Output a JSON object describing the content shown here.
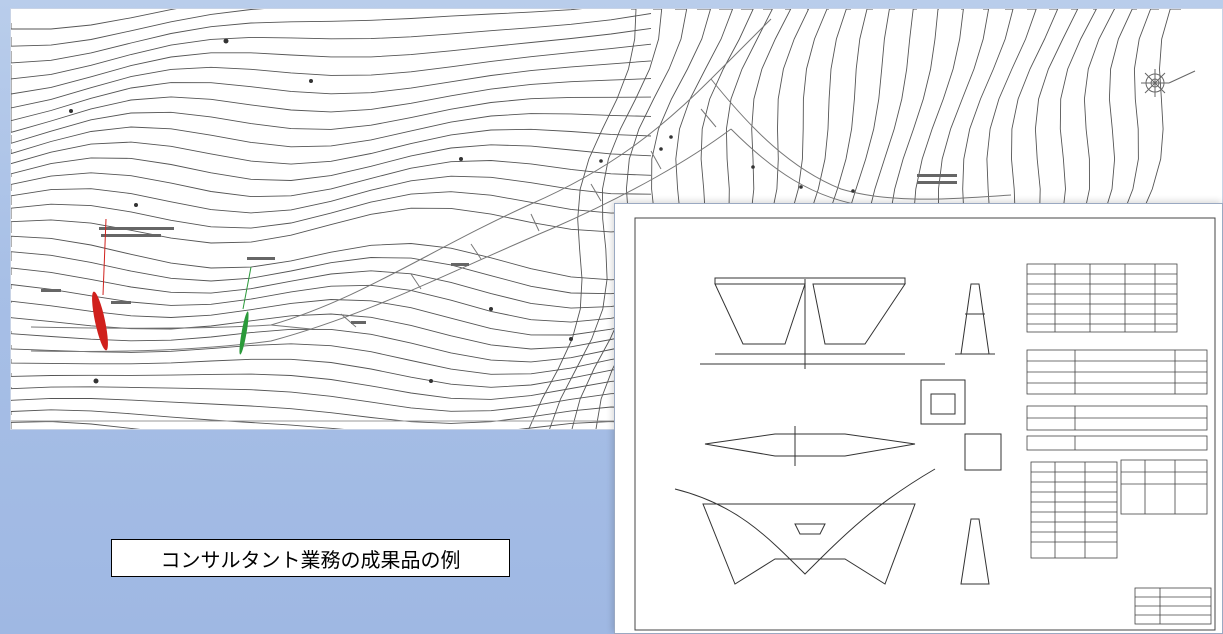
{
  "caption": {
    "text": "コンサルタント業務の成果品の例"
  },
  "figures": {
    "site_plan": {
      "icon": "contour-map-drawing"
    },
    "structure_drawing": {
      "icon": "check-dam-engineering-drawing"
    }
  },
  "colors": {
    "background": "#a7bfe6",
    "upstream_dam_marker": "#d0201c",
    "downstream_dam_marker": "#2b9a3a",
    "caption_border": "#000000"
  }
}
